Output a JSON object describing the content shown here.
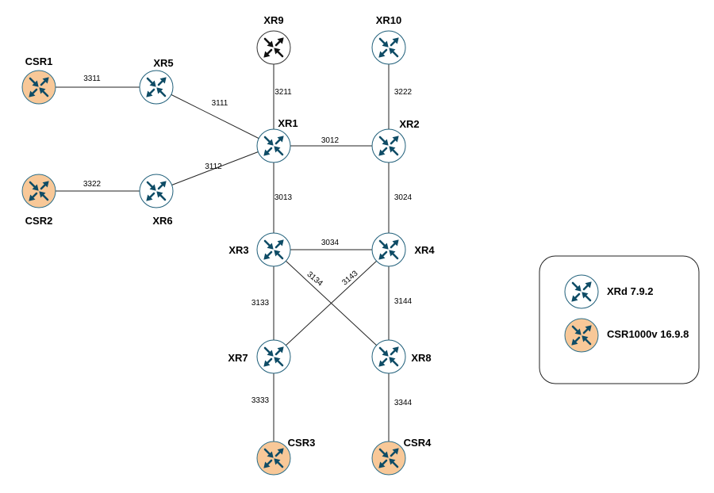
{
  "colors": {
    "xrd_fill": "#ffffff",
    "xrd_stroke": "#1f5f7a",
    "xrd_arrow": "#0f4c66",
    "csr_fill": "#f8c898",
    "csr_stroke": "#2d6f8a",
    "csr_arrow": "#0f4c66",
    "xr9_arrow": "#111111",
    "xr9_stroke": "#333333"
  },
  "nodes": [
    {
      "id": "XR9",
      "label": "XR9",
      "type": "xr9"
    },
    {
      "id": "XR10",
      "label": "XR10",
      "type": "xrd"
    },
    {
      "id": "CSR1",
      "label": "CSR1",
      "type": "csr"
    },
    {
      "id": "XR5",
      "label": "XR5",
      "type": "xrd"
    },
    {
      "id": "XR1",
      "label": "XR1",
      "type": "xrd"
    },
    {
      "id": "XR2",
      "label": "XR2",
      "type": "xrd"
    },
    {
      "id": "CSR2",
      "label": "CSR2",
      "type": "csr"
    },
    {
      "id": "XR6",
      "label": "XR6",
      "type": "xrd"
    },
    {
      "id": "XR3",
      "label": "XR3",
      "type": "xrd"
    },
    {
      "id": "XR4",
      "label": "XR4",
      "type": "xrd"
    },
    {
      "id": "XR7",
      "label": "XR7",
      "type": "xrd"
    },
    {
      "id": "XR8",
      "label": "XR8",
      "type": "xrd"
    },
    {
      "id": "CSR3",
      "label": "CSR3",
      "type": "csr"
    },
    {
      "id": "CSR4",
      "label": "CSR4",
      "type": "csr"
    }
  ],
  "links": [
    {
      "from": "CSR1",
      "to": "XR5",
      "label": "3311"
    },
    {
      "from": "XR5",
      "to": "XR1",
      "label": "3111"
    },
    {
      "from": "XR9",
      "to": "XR1",
      "label": "3211"
    },
    {
      "from": "XR10",
      "to": "XR2",
      "label": "3222"
    },
    {
      "from": "XR1",
      "to": "XR2",
      "label": "3012"
    },
    {
      "from": "CSR2",
      "to": "XR6",
      "label": "3322"
    },
    {
      "from": "XR6",
      "to": "XR1",
      "label": "3112"
    },
    {
      "from": "XR1",
      "to": "XR3",
      "label": "3013"
    },
    {
      "from": "XR2",
      "to": "XR4",
      "label": "3024"
    },
    {
      "from": "XR3",
      "to": "XR4",
      "label": "3034"
    },
    {
      "from": "XR3",
      "to": "XR8",
      "label": "3134"
    },
    {
      "from": "XR4",
      "to": "XR7",
      "label": "3143"
    },
    {
      "from": "XR3",
      "to": "XR7",
      "label": "3133"
    },
    {
      "from": "XR4",
      "to": "XR8",
      "label": "3144"
    },
    {
      "from": "XR7",
      "to": "CSR3",
      "label": "3333"
    },
    {
      "from": "XR8",
      "to": "CSR4",
      "label": "3344"
    }
  ],
  "legend": {
    "items": [
      {
        "type": "xrd",
        "label": "XRd 7.9.2"
      },
      {
        "type": "csr",
        "label": "CSR1000v 16.9.8"
      }
    ]
  }
}
